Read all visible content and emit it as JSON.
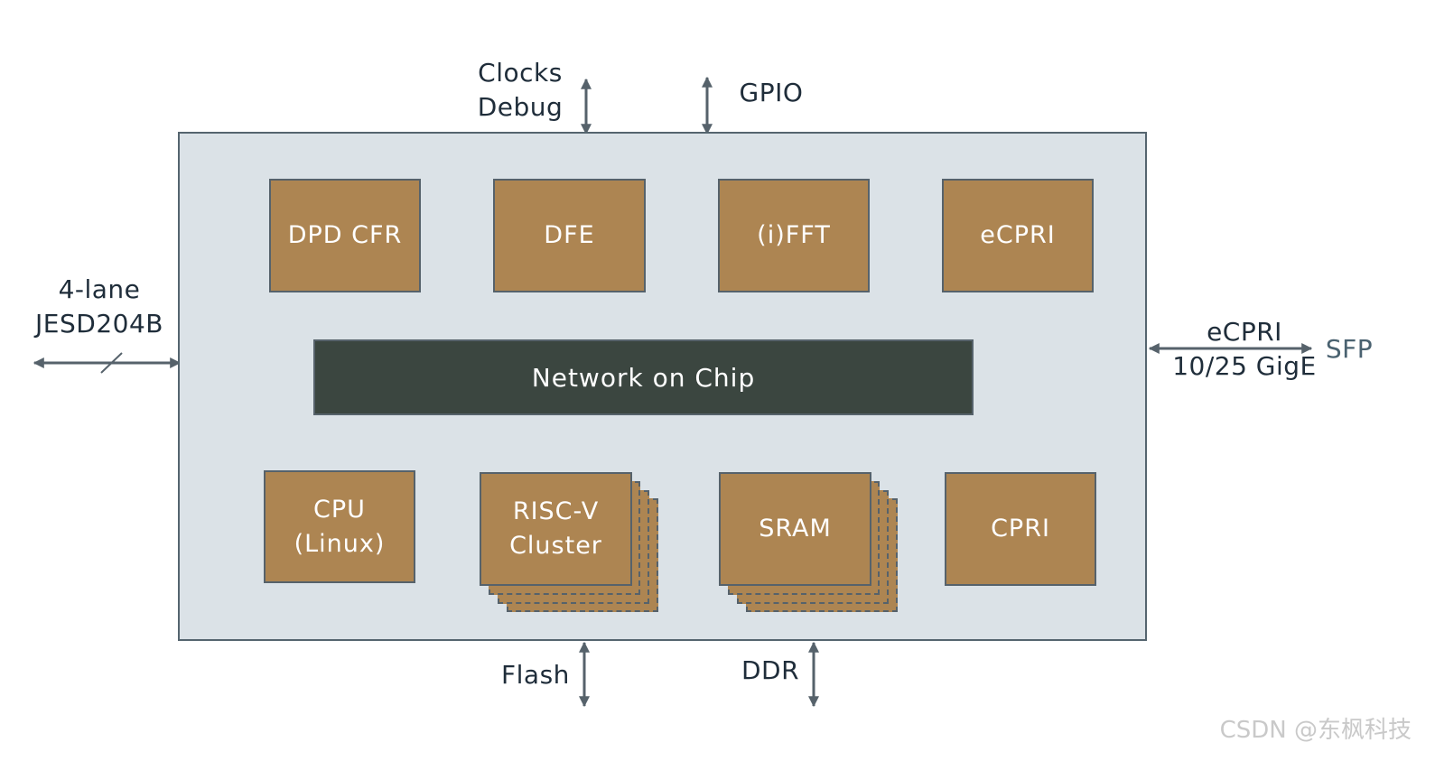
{
  "external": {
    "clocks_debug": "Clocks\nDebug",
    "gpio": "GPIO",
    "jesd": "4-lane\nJESD204B",
    "ecpri_gige": "eCPRI\n10/25 GigE",
    "sfp": "SFP",
    "flash": "Flash",
    "ddr": "DDR"
  },
  "blocks": {
    "dpd_cfr": "DPD CFR",
    "dfe": "DFE",
    "ifft": "(i)FFT",
    "ecpri": "eCPRI",
    "noc": "Network on Chip",
    "cpu": "CPU\n(Linux)",
    "riscv": "RISC-V\nCluster",
    "sram": "SRAM",
    "cpri": "CPRI"
  },
  "colors": {
    "block": "#ad8552",
    "chip": "#dbe2e7",
    "noc": "#3b4640",
    "border": "#56626b",
    "text": "#1f2d3a",
    "arrow": "#56626b"
  },
  "watermark": "CSDN @东枫科技"
}
